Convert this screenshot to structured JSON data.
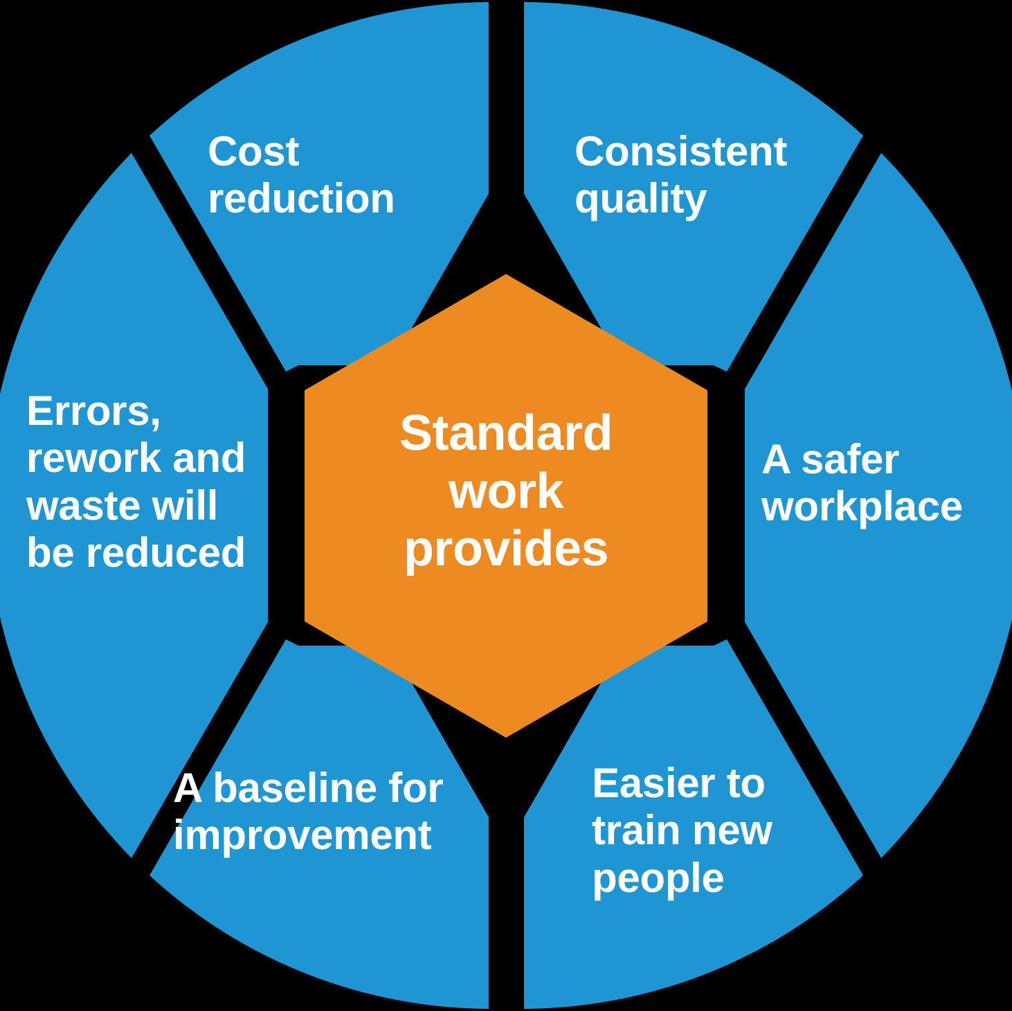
{
  "diagram": {
    "type": "hexagonal-hub-and-spoke-wheel",
    "title": "Standard work provides",
    "background_color": "#000000",
    "center": {
      "label": "Standard work provides",
      "lines": [
        "Standard",
        "work",
        "provides"
      ],
      "color": "#ED8B22",
      "shape": "hexagon"
    },
    "segments": [
      {
        "id": "consistent-quality",
        "label": "Consistent quality",
        "lines": [
          "Consistent",
          "quality"
        ],
        "position": "top-right",
        "color": "#1F95D3"
      },
      {
        "id": "a-safer-workplace",
        "label": "A safer workplace",
        "lines": [
          "A safer",
          "workplace"
        ],
        "position": "right",
        "color": "#1F95D3"
      },
      {
        "id": "easier-to-train-new-people",
        "label": "Easier to train new people",
        "lines": [
          "Easier to",
          "train new",
          "people"
        ],
        "position": "bottom-right",
        "color": "#1F95D3"
      },
      {
        "id": "a-baseline-for-improvement",
        "label": "A baseline for improvement",
        "lines": [
          "A baseline for",
          "improvement"
        ],
        "position": "bottom-left",
        "color": "#1F95D3"
      },
      {
        "id": "errors-rework-and-waste-will-be-reduced",
        "label": "Errors, rework and waste will be reduced",
        "lines": [
          "Errors,",
          "rework and",
          "waste will",
          "be reduced"
        ],
        "position": "left",
        "color": "#1F95D3"
      },
      {
        "id": "cost-reduction",
        "label": "Cost reduction",
        "lines": [
          "Cost",
          "reduction"
        ],
        "position": "top-left",
        "color": "#1F95D3"
      }
    ],
    "colors": {
      "accent_orange": "#ED8B22",
      "segment_blue": "#1F95D3",
      "background": "#000000",
      "text": "#FFFFFF"
    }
  }
}
